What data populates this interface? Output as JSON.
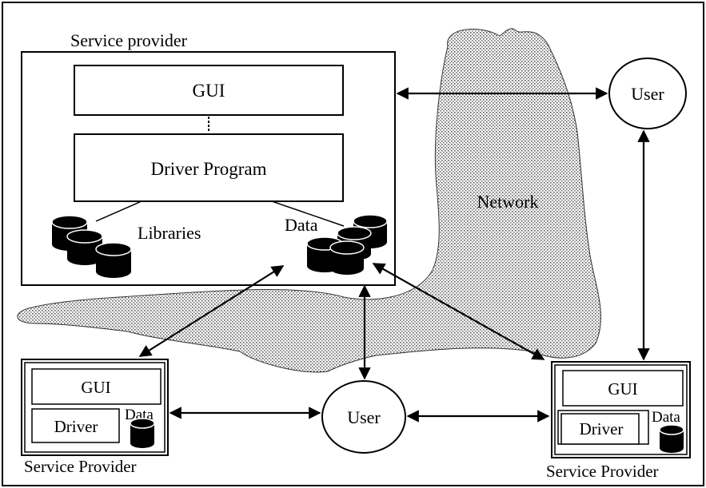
{
  "diagram": {
    "main_provider": {
      "label": "Service provider",
      "gui": "GUI",
      "driver": "Driver Program",
      "libraries": "Libraries",
      "data": "Data"
    },
    "network": {
      "label": "Network"
    },
    "user_top": {
      "label": "User"
    },
    "user_bottom": {
      "label": "User"
    },
    "left_provider": {
      "gui": "GUI",
      "driver": "Driver",
      "data": "Data",
      "label": "Service Provider"
    },
    "right_provider": {
      "gui": "GUI",
      "driver": "Driver",
      "data": "Data",
      "label": "Service Provider"
    }
  }
}
